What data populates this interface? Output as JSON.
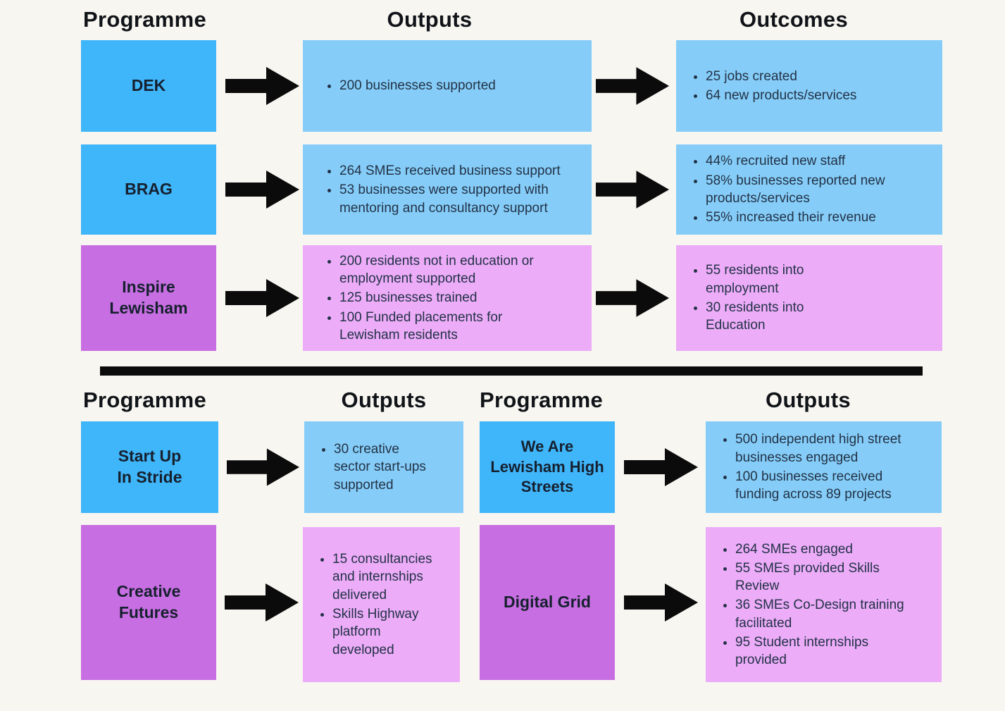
{
  "palette": {
    "background": "#F8F6F1",
    "programme_blue": "#3FB5FA",
    "outputs_light_blue": "#85CDF8",
    "programme_purple": "#C76FE2",
    "outputs_light_purple": "#ECACF8",
    "arrow_black": "#0B0B0B",
    "bullet_text": "#233247",
    "header_text": "#101418"
  },
  "icons": {
    "arrow": "right-block-arrow"
  },
  "top": {
    "headers": {
      "programme": "Programme",
      "outputs": "Outputs",
      "outcomes": "Outcomes"
    },
    "rows": [
      {
        "programme": "DEK",
        "outputs": [
          "200 businesses supported"
        ],
        "outcomes": [
          "25 jobs created",
          "64 new products/services"
        ]
      },
      {
        "programme": "BRAG",
        "outputs": [
          "264 SMEs received business support",
          "53 businesses were supported with\nmentoring and consultancy support"
        ],
        "outcomes": [
          "44% recruited new staff",
          "58% businesses reported new\nproducts/services",
          "55% increased their revenue"
        ]
      },
      {
        "programme": "Inspire\nLewisham",
        "outputs": [
          "200 residents not in education or\nemployment supported",
          "125 businesses trained",
          "100 Funded placements for\nLewisham residents"
        ],
        "outcomes": [
          "55 residents into\nemployment",
          "30 residents into\nEducation"
        ]
      }
    ]
  },
  "bottom": {
    "headers": {
      "programme_left": "Programme",
      "outputs_left": "Outputs",
      "programme_right": "Programme",
      "outputs_right": "Outputs"
    },
    "rows": [
      {
        "left": {
          "programme": "Start Up\nIn Stride",
          "outputs": [
            "30 creative\nsector start-ups\nsupported"
          ]
        },
        "right": {
          "programme": "We Are\nLewisham High\nStreets",
          "outputs": [
            "500 independent high street\nbusinesses engaged",
            "100 businesses received\nfunding across 89 projects"
          ]
        }
      },
      {
        "left": {
          "programme": "Creative\nFutures",
          "outputs": [
            "15 consultancies\nand internships\ndelivered",
            "Skills Highway\nplatform\ndeveloped"
          ]
        },
        "right": {
          "programme": "Digital Grid",
          "outputs": [
            "264 SMEs engaged",
            "55 SMEs provided Skills\nReview",
            "36 SMEs Co-Design training\nfacilitated",
            "95 Student internships\nprovided"
          ]
        }
      }
    ]
  }
}
